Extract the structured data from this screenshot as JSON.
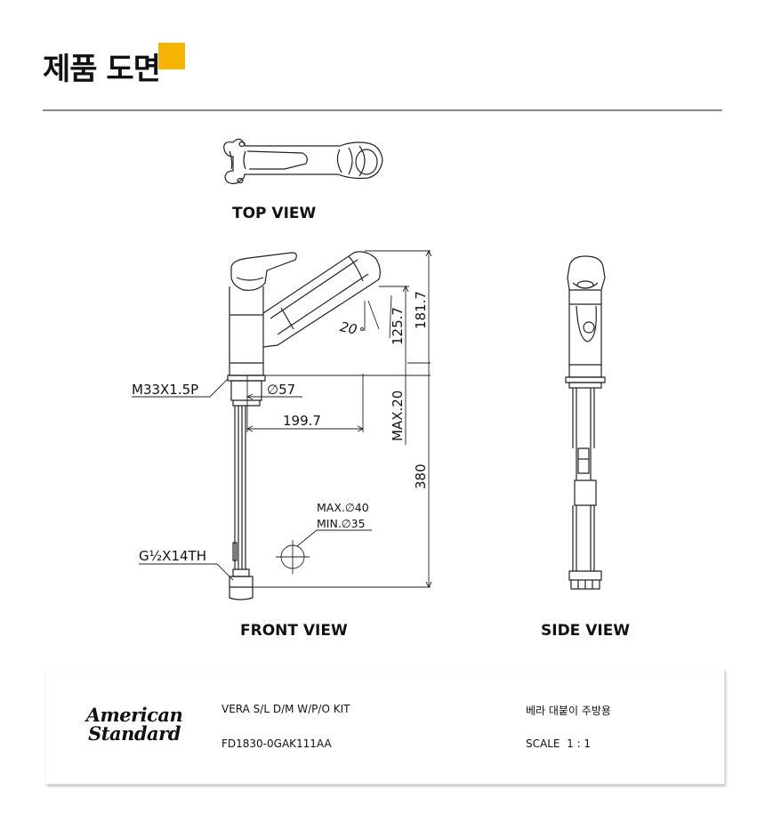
{
  "page": {
    "title": "제품 도면",
    "accent_color": "#f5b400"
  },
  "views": {
    "top": "TOP VIEW",
    "front": "FRONT VIEW",
    "side": "SIDE VIEW"
  },
  "dimensions": {
    "thread": "M33X1.5P",
    "diameter": "∅57",
    "reach": "199.7",
    "angle": "20",
    "height_spout": "125.7",
    "height_total": "181.7",
    "max_depth": "MAX.20",
    "hose_length": "380",
    "hole_max": "MAX.∅40",
    "hole_min": "MIN.∅35",
    "inlet": "G½X14TH"
  },
  "info": {
    "logo_line1": "American",
    "logo_line2": "Standard",
    "model_name": "VERA S/L D/M W/P/O KIT",
    "model_code": "FD1830-0GAK111AA",
    "category": "베라 대붙이 주방용",
    "scale_label": "SCALE",
    "scale_value": "1 : 1"
  }
}
